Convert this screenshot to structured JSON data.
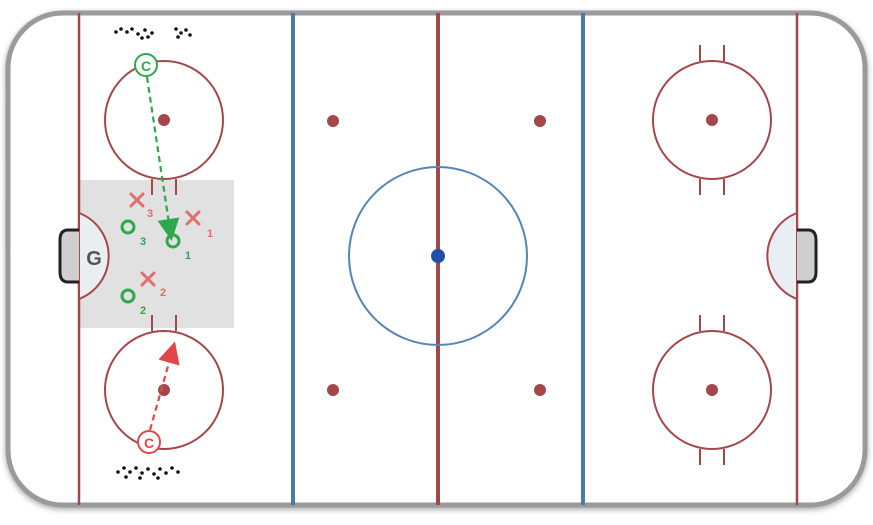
{
  "goalie": {
    "label": "G"
  },
  "players": [
    {
      "id": "x1",
      "team": "red",
      "number": "1"
    },
    {
      "id": "x2",
      "team": "red",
      "number": "2"
    },
    {
      "id": "x3",
      "team": "red",
      "number": "3"
    },
    {
      "id": "o1",
      "team": "green",
      "number": "1"
    },
    {
      "id": "o2",
      "team": "green",
      "number": "2"
    },
    {
      "id": "o3",
      "team": "green",
      "number": "3"
    }
  ],
  "coaches": [
    {
      "id": "coach-top",
      "team": "green",
      "label": "C"
    },
    {
      "id": "coach-bottom",
      "team": "red",
      "label": "C"
    }
  ],
  "colors": {
    "rink_outline": "#a8a8a8",
    "red_line": "#a4474b",
    "blue_line": "#4c7aa6",
    "red_team": "#e06e6e",
    "green_team": "#2da84a",
    "zone_shade": "#dedede",
    "center_dot": "#1f4fa8"
  }
}
